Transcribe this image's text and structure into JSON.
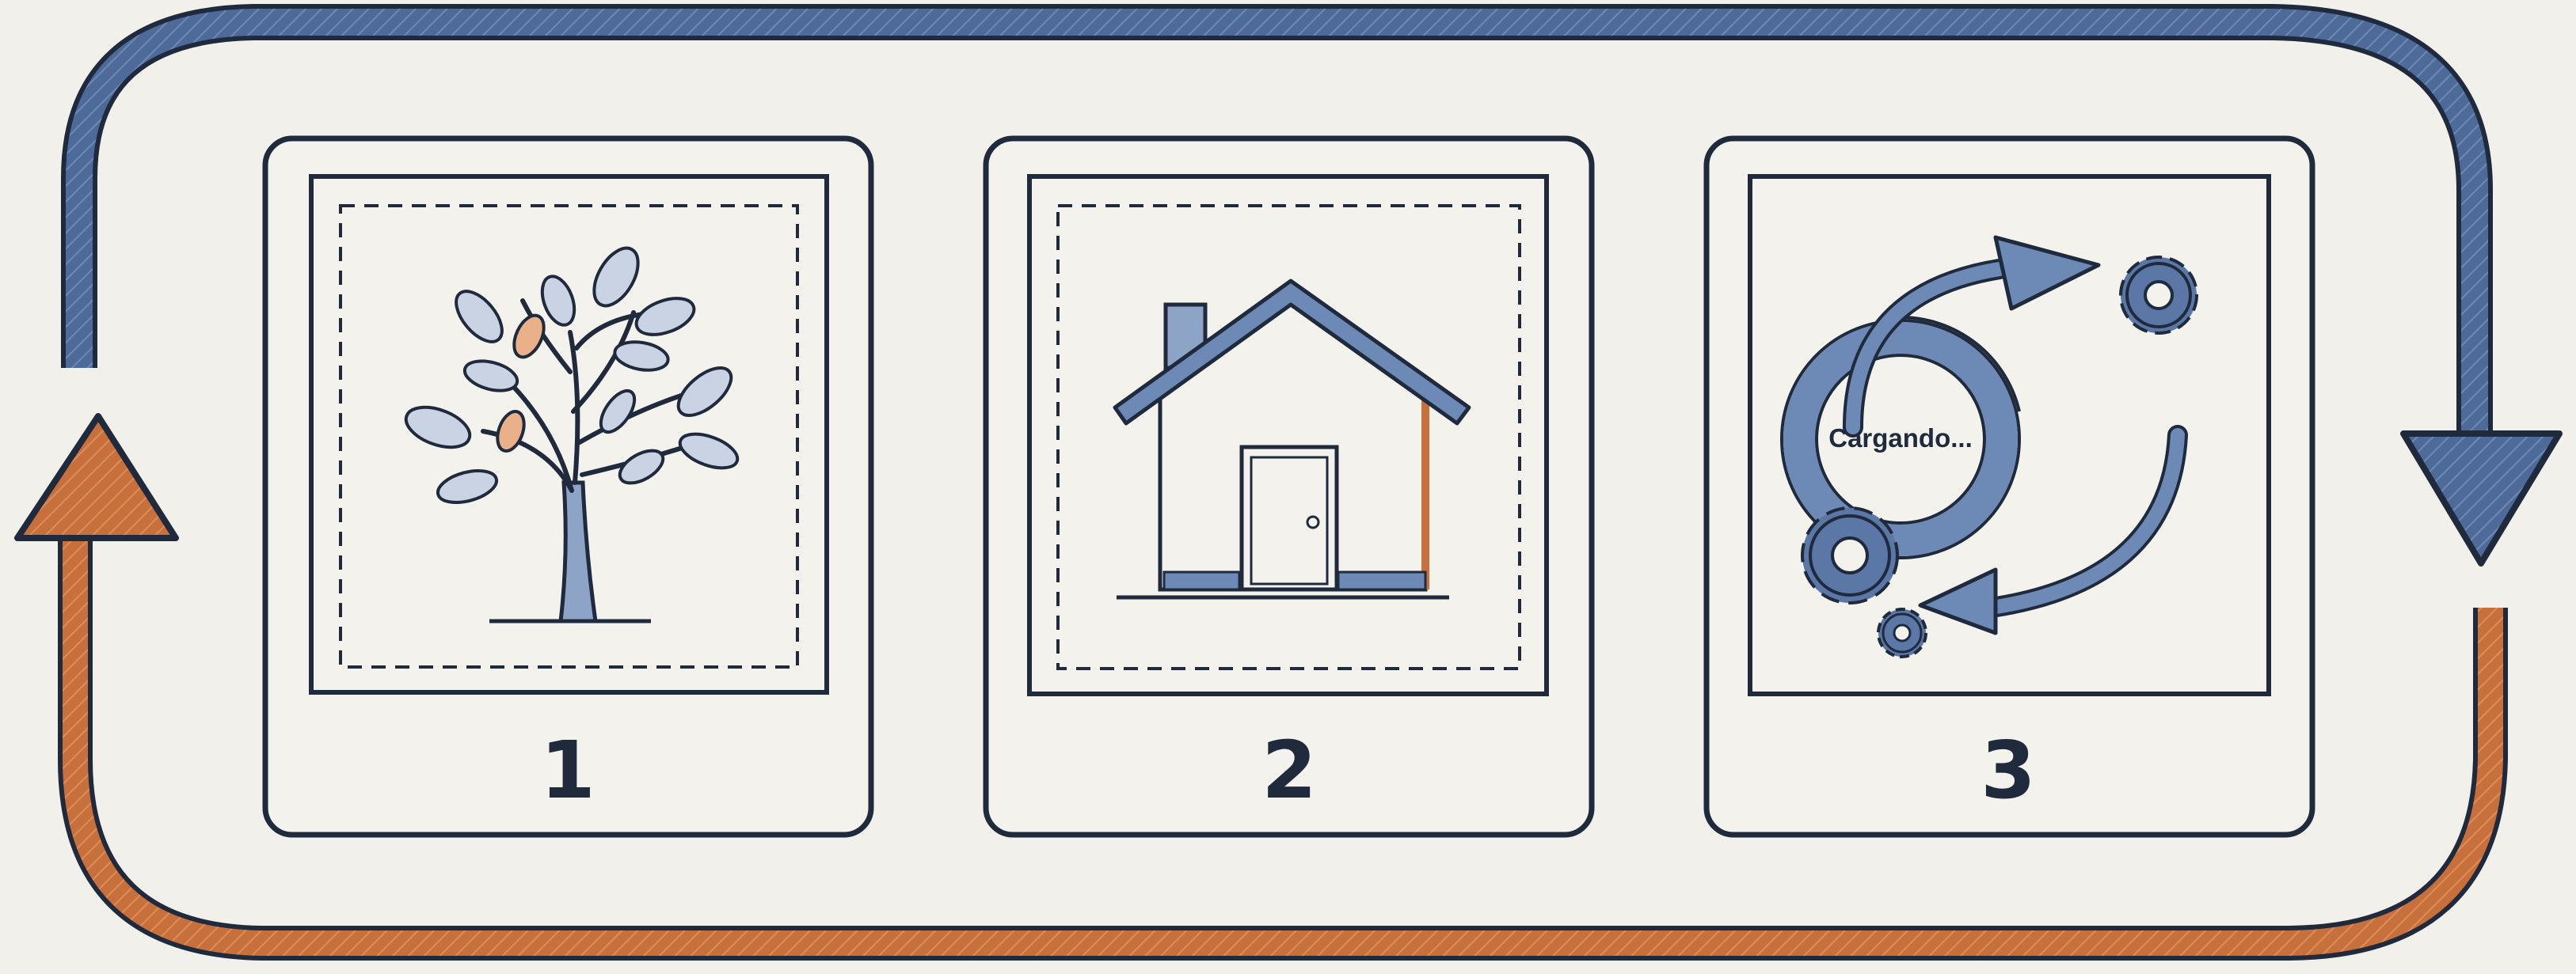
{
  "colors": {
    "background": "#f1f0ea",
    "ink": "#1f2a3d",
    "blue": "#4d6a99",
    "orange": "#c8703c",
    "gear": "#5a77a6"
  },
  "panels": [
    {
      "number": "1",
      "icon": "tree-icon"
    },
    {
      "number": "2",
      "icon": "house-icon"
    },
    {
      "number": "3",
      "icon": "loading-cycle-icon",
      "loading_label": "Cargando..."
    }
  ],
  "flow": {
    "top_arrow": {
      "direction": "left-to-right",
      "color": "blue"
    },
    "bottom_arrow": {
      "direction": "right-to-left",
      "color": "orange"
    }
  }
}
